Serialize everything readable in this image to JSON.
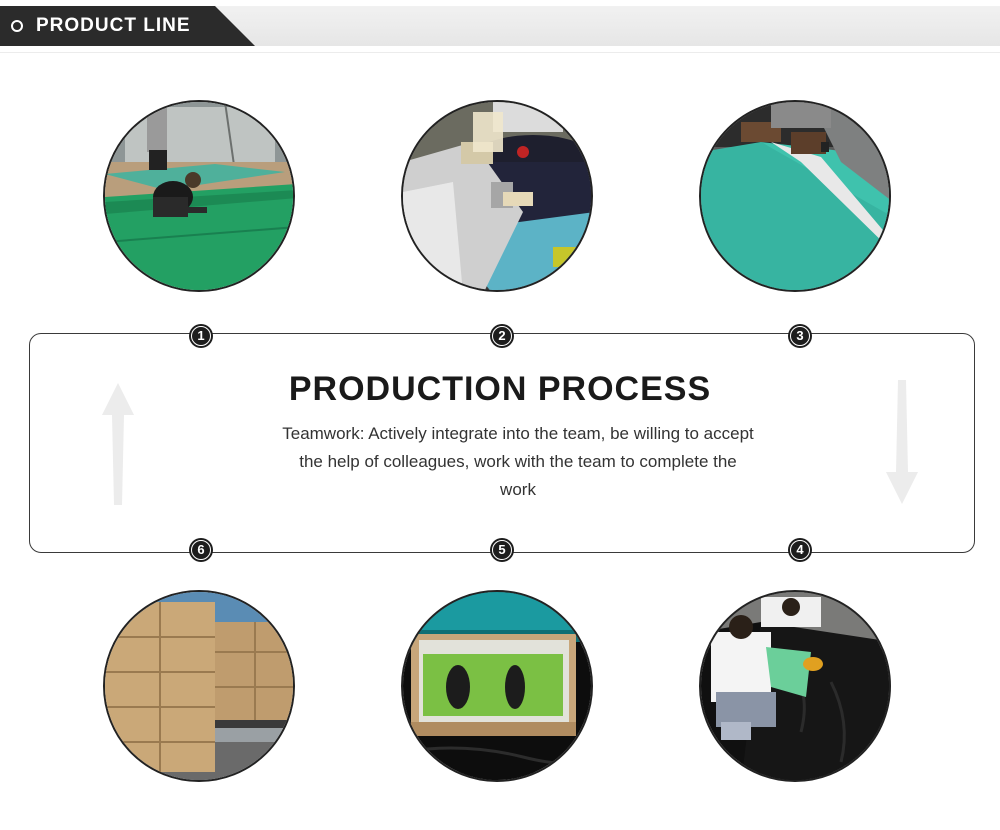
{
  "header": {
    "title": "PRODUCT LINE",
    "icon": "circle-icon"
  },
  "process": {
    "title": "PRODUCTION PROCESS",
    "description": "Teamwork: Actively integrate into the team, be willing to accept the help of colleagues, work with the team to complete the work"
  },
  "steps": [
    {
      "number": "1",
      "photo": "workers-laying-green-mats-photo"
    },
    {
      "number": "2",
      "photo": "worker-gluing-dark-mat-photo"
    },
    {
      "number": "3",
      "photo": "workers-folding-teal-mat-photo"
    },
    {
      "number": "4",
      "photo": "workers-packing-mat-photo"
    },
    {
      "number": "5",
      "photo": "mat-in-carton-box-photo"
    },
    {
      "number": "6",
      "photo": "stacked-carton-boxes-photo"
    }
  ],
  "colors": {
    "header_tab": "#2b2b2b",
    "header_bar": "#eaeaea",
    "border": "#3a3a3a",
    "badge": "#1d1d1d"
  }
}
